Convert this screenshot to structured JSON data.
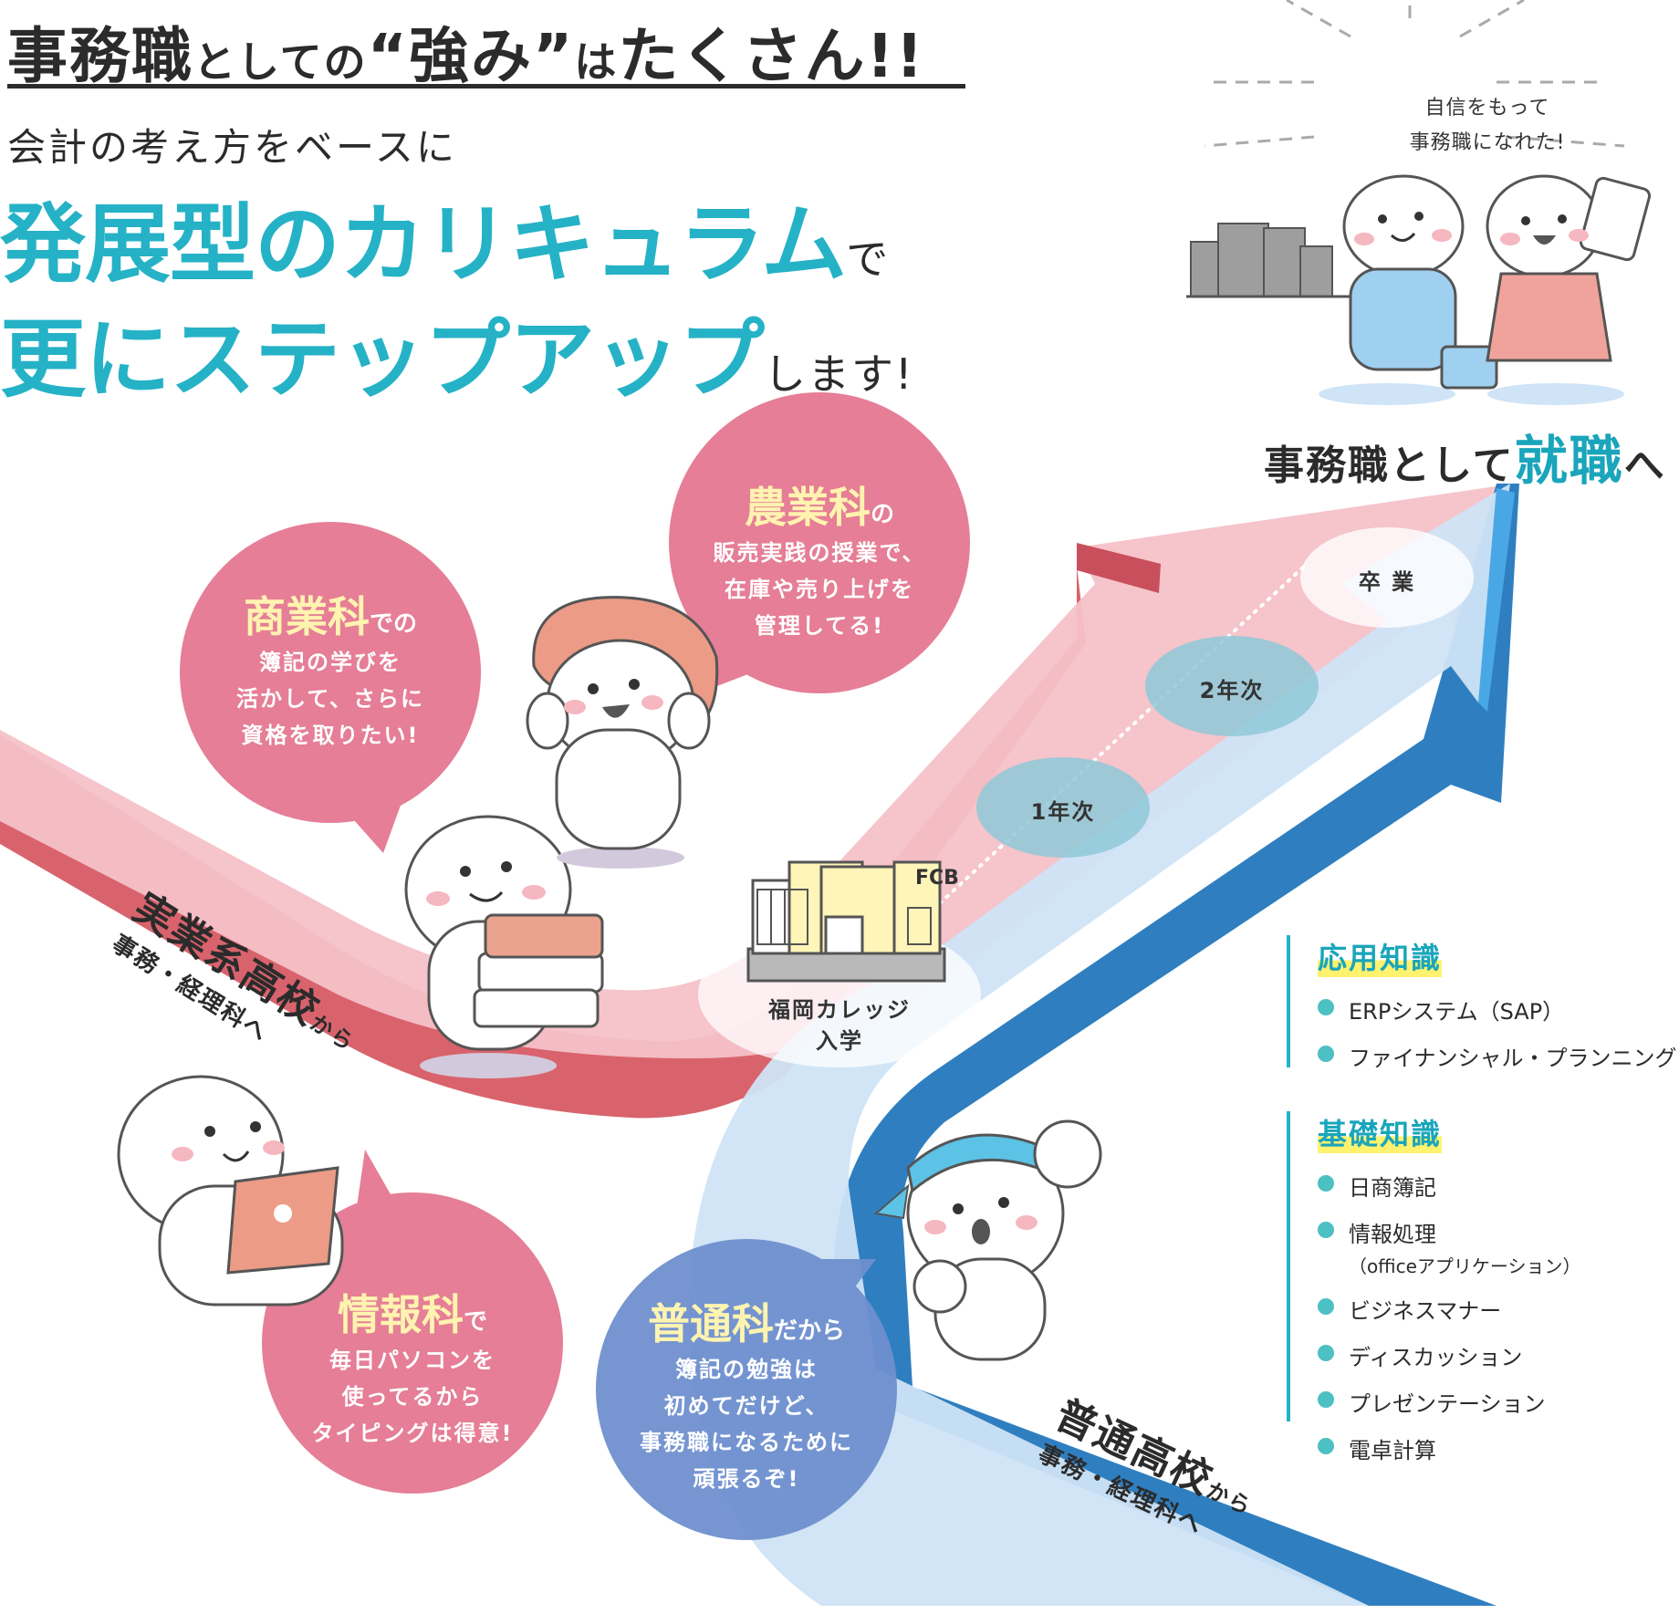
{
  "header": {
    "line1_main": "事務職",
    "line1_mid": "としての",
    "line1_quote": "“強み”",
    "line1_ha": "は",
    "line1_end": "たくさん!!",
    "line2": "会計の考え方をベースに",
    "line3_main": "発展型のカリキュラム",
    "line3_suffix": "で",
    "line4_main": "更にステップアップ",
    "line4_suffix": "します!"
  },
  "bubbles": {
    "commerce": {
      "head": "商業科",
      "suffix": "での",
      "lines": [
        "簿記の学びを",
        "活かして、さらに",
        "資格を取りたい!"
      ]
    },
    "agri": {
      "head": "農業科",
      "suffix": "の",
      "lines": [
        "販売実践の授業で、",
        "在庫や売り上げを",
        "管理してる!"
      ]
    },
    "info": {
      "head": "情報科",
      "suffix": "で",
      "lines": [
        "毎日パソコンを",
        "使ってるから",
        "タイピングは得意!"
      ]
    },
    "general": {
      "head": "普通科",
      "suffix": "だから",
      "lines": [
        "簿記の勉強は",
        "初めてだけど、",
        "事務職になるために",
        "頑張るぞ!"
      ]
    }
  },
  "stages": {
    "entry_line1": "福岡カレッジ",
    "entry_line2": "入学",
    "year1": "1年次",
    "year2": "2年次",
    "grad": "卒 業",
    "building_sign": "FCB"
  },
  "roads": {
    "vocational_main": "実業系高校",
    "vocational_suffix": "から",
    "vocational_sub": "事務・経理科へ",
    "general_main": "普通高校",
    "general_suffix": "から",
    "general_sub": "事務・経理科へ"
  },
  "goal": {
    "speech_line1": "自信をもって",
    "speech_line2": "事務職になれた!",
    "pre": "事務職として",
    "em": "就職",
    "post": "へ"
  },
  "knowledge": {
    "applied_title": "応用知識",
    "applied_items": [
      "ERPシステム（SAP）",
      "ファイナンシャル・プランニング"
    ],
    "basic_title": "基礎知識",
    "basic_items": [
      {
        "label": "日商簿記",
        "sub": ""
      },
      {
        "label": "情報処理",
        "sub": "（officeアプリケーション）"
      },
      {
        "label": "ビジネスマナー",
        "sub": ""
      },
      {
        "label": "ディスカッション",
        "sub": ""
      },
      {
        "label": "プレゼンテーション",
        "sub": ""
      },
      {
        "label": "電卓計算",
        "sub": ""
      }
    ]
  },
  "colors": {
    "accent": "#25b2c6",
    "pink_road": "#f5c1c8",
    "pink_road_side": "#d9636d",
    "blue_road": "#cfe4f6",
    "blue_road_side": "#2f7fc0",
    "bubble_pink": "#e57e96",
    "bubble_blue": "#6f8fcf",
    "highlight": "#fff26e"
  }
}
